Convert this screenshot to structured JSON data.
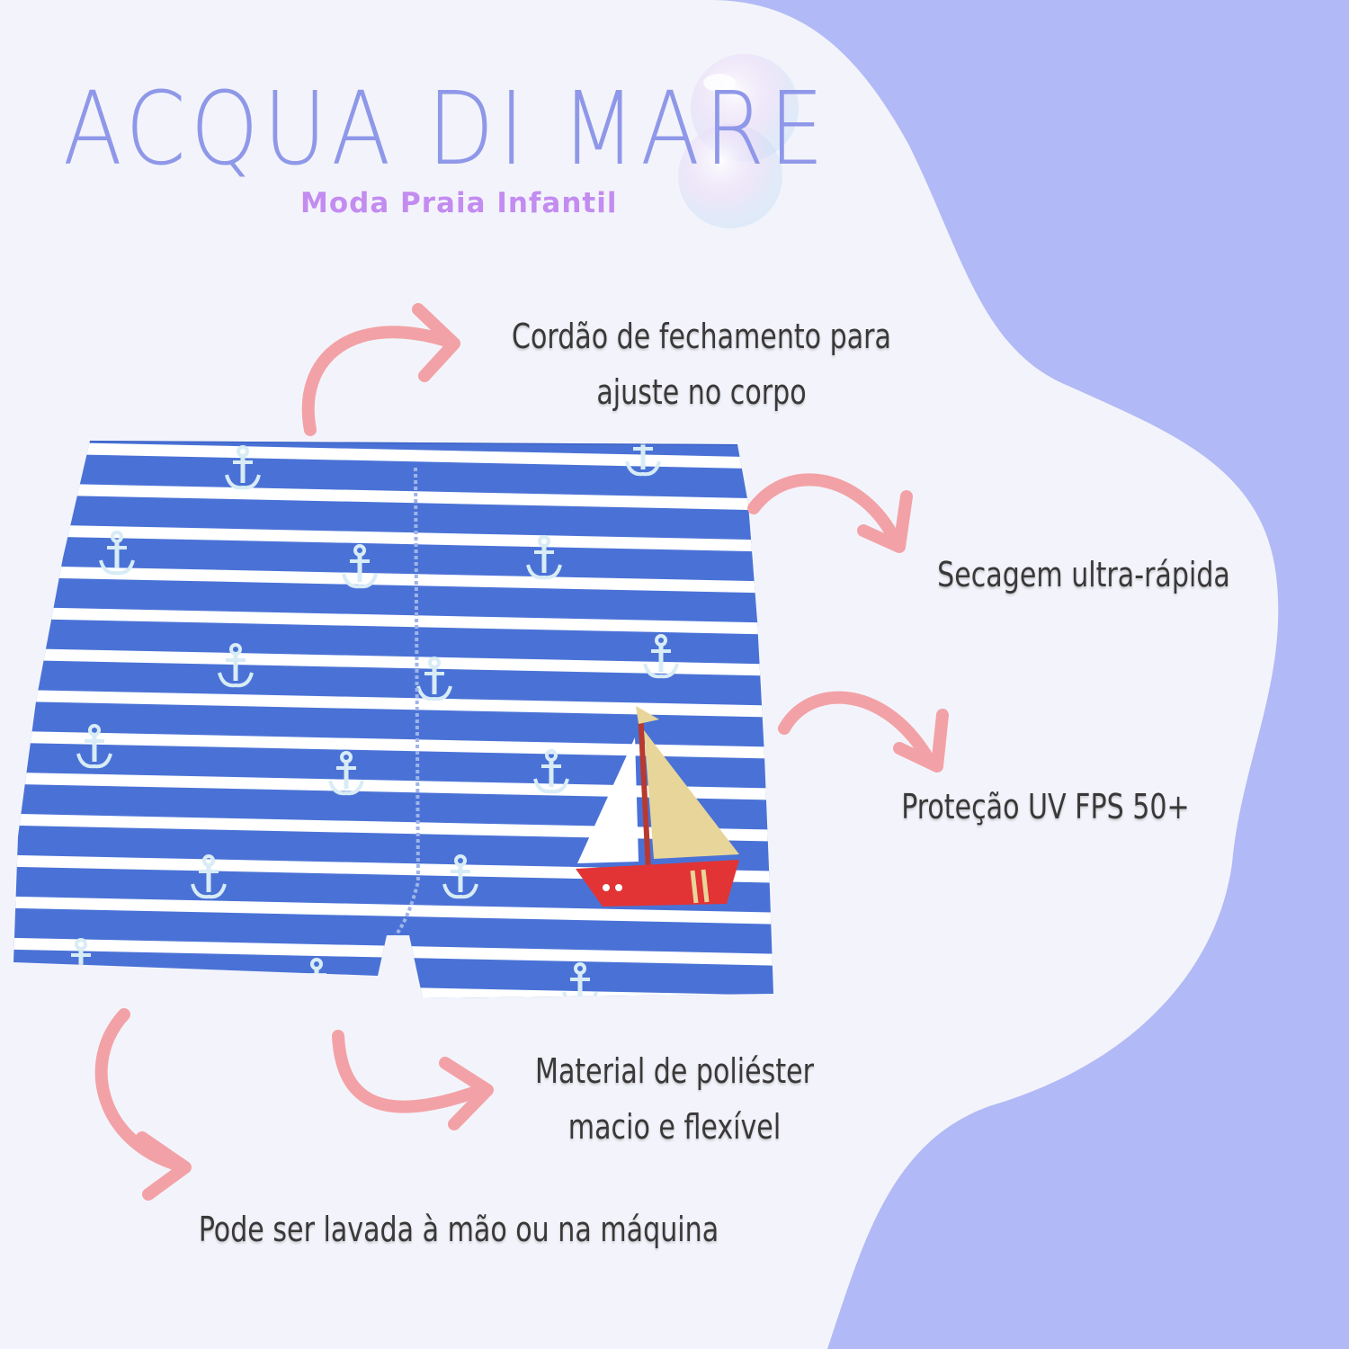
{
  "brand": {
    "name": "ACQUA DI MARE",
    "tagline": "Moda Praia Infantil",
    "name_color": "#8f98e8",
    "tagline_color": "#c38cf0"
  },
  "colors": {
    "background_blob": "#b1b9f6",
    "panel": "#f3f4fb",
    "arrow": "#f2a2a6",
    "text": "#3a3838",
    "stripe_blue": "#4a72d6",
    "stripe_white": "#ffffff"
  },
  "product": {
    "pattern_icons": [
      "anchor-icon",
      "sailboat-icon"
    ]
  },
  "features": {
    "drawstring": [
      "Cordão de fechamento para",
      "ajuste no corpo"
    ],
    "quick_dry": "Secagem ultra-rápida",
    "uv": "Proteção UV FPS 50+",
    "material": [
      "Material de poliéster",
      "macio e flexível"
    ],
    "washable": "Pode ser lavada à mão ou na máquina"
  }
}
